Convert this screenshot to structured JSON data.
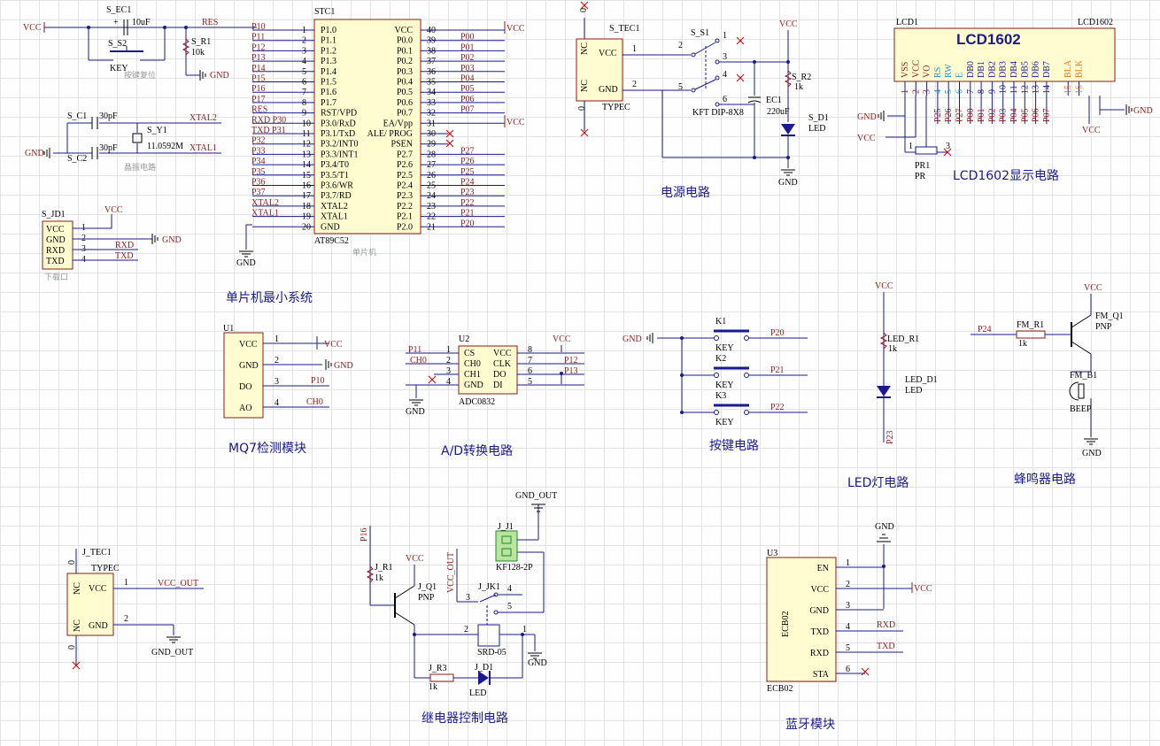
{
  "captions": {
    "mcu_system": "单片机最小系统",
    "power": "电源电路",
    "lcd": "LCD1602显示电路",
    "mq7": "MQ7检测模块",
    "adc": "A/D转换电路",
    "keys": "按键电路",
    "led": "LED灯电路",
    "buzzer": "蜂鸣器电路",
    "relay": "继电器控制电路",
    "bluetooth": "蓝牙模块",
    "reset": "按键复位",
    "crystal": "晶振电路",
    "mcu_small": "单片机",
    "download": "下载口"
  },
  "reset": {
    "cap_ref": "S_EC1",
    "cap_val": "10uF",
    "sw_ref": "S_S2",
    "sw_val": "KEY",
    "res_ref": "S_R1",
    "res_val": "10k",
    "vcc": "VCC",
    "net": "RES",
    "gnd": "GND"
  },
  "crystal": {
    "c1_ref": "S_C1",
    "c1_val": "30pF",
    "c2_ref": "S_C2",
    "c2_val": "30pF",
    "y_ref": "S_Y1",
    "y_val": "11.0592M",
    "xtal1": "XTAL1",
    "xtal2": "XTAL2",
    "gnd": "GND"
  },
  "download": {
    "ref": "S_JD1",
    "pins": [
      "VCC",
      "GND",
      "RXD",
      "TXD"
    ],
    "nums": [
      "1",
      "2",
      "3",
      "4"
    ],
    "vcc": "VCC",
    "gnd": "GND",
    "rxd": "RXD",
    "txd": "TXD"
  },
  "mcu": {
    "ref": "STC1",
    "part": "AT89C52",
    "left": [
      {
        "net": "P10",
        "label": "P1.0",
        "num": "1"
      },
      {
        "net": "P11",
        "label": "P1.1",
        "num": "2"
      },
      {
        "net": "P12",
        "label": "P1.2",
        "num": "3"
      },
      {
        "net": "P13",
        "label": "P1.3",
        "num": "4"
      },
      {
        "net": "P14",
        "label": "P1.4",
        "num": "5"
      },
      {
        "net": "P15",
        "label": "P1.5",
        "num": "6"
      },
      {
        "net": "P16",
        "label": "P1.6",
        "num": "7"
      },
      {
        "net": "P17",
        "label": "P1.7",
        "num": "8"
      },
      {
        "net": "RES",
        "label": "RST/VPD",
        "num": "9"
      },
      {
        "net": "RXD P30",
        "label": "P3.0/RxD",
        "num": "10"
      },
      {
        "net": "TXD P31",
        "label": "P3.1/TxD",
        "num": "11"
      },
      {
        "net": "P32",
        "label": "P3.2/INT0",
        "num": "12"
      },
      {
        "net": "P33",
        "label": "P3.3/INT1",
        "num": "13"
      },
      {
        "net": "P34",
        "label": "P3.4/T0",
        "num": "14"
      },
      {
        "net": "P35",
        "label": "P3.5/T1",
        "num": "15"
      },
      {
        "net": "P36",
        "label": "P3.6/WR",
        "num": "16"
      },
      {
        "net": "P37",
        "label": "P3.7/RD",
        "num": "17"
      },
      {
        "net": "XTAL2",
        "label": "XTAL2",
        "num": "18"
      },
      {
        "net": "XTAL1",
        "label": "XTAL1",
        "num": "19"
      },
      {
        "net": "",
        "label": "GND",
        "num": "20"
      }
    ],
    "right": [
      {
        "net": "VCC",
        "label": "VCC",
        "num": "40"
      },
      {
        "net": "P00",
        "label": "P0.0",
        "num": "39"
      },
      {
        "net": "P01",
        "label": "P0.1",
        "num": "38"
      },
      {
        "net": "P02",
        "label": "P0.2",
        "num": "37"
      },
      {
        "net": "P03",
        "label": "P0.3",
        "num": "36"
      },
      {
        "net": "P04",
        "label": "P0.4",
        "num": "35"
      },
      {
        "net": "P05",
        "label": "P0.5",
        "num": "34"
      },
      {
        "net": "P06",
        "label": "P0.6",
        "num": "33"
      },
      {
        "net": "P07",
        "label": "P0.7",
        "num": "32"
      },
      {
        "net": "VCC",
        "label": "EA/Vpp",
        "num": "31"
      },
      {
        "net": "",
        "label": "ALE/ PROG",
        "num": "30"
      },
      {
        "net": "",
        "label": "PSEN",
        "num": "29"
      },
      {
        "net": "P27",
        "label": "P2.7",
        "num": "28"
      },
      {
        "net": "P26",
        "label": "P2.6",
        "num": "27"
      },
      {
        "net": "P25",
        "label": "P2.5",
        "num": "26"
      },
      {
        "net": "P24",
        "label": "P2.4",
        "num": "25"
      },
      {
        "net": "P23",
        "label": "P2.3",
        "num": "24"
      },
      {
        "net": "P22",
        "label": "P2.2",
        "num": "23"
      },
      {
        "net": "P21",
        "label": "P2.1",
        "num": "22"
      },
      {
        "net": "P20",
        "label": "P2.0",
        "num": "21"
      }
    ],
    "gnd": "GND"
  },
  "power": {
    "tec_ref": "S_TEC1",
    "tec_part": "TYPEC",
    "sw_ref": "S_S1",
    "sw_part": "KFT DIP-8X8",
    "r_ref": "S_R2",
    "r_val": "1k",
    "ec_ref": "EC1",
    "ec_val": "220uF",
    "d_ref": "S_D1",
    "d_val": "LED",
    "vcc": "VCC",
    "gnd": "GND",
    "nc": "NC",
    "pin_vcc": "VCC",
    "pin_gnd": "GND",
    "one": "1",
    "two": "2",
    "zero": "0",
    "sw_nums": [
      "1",
      "2",
      "3",
      "4",
      "5",
      "6"
    ]
  },
  "lcd": {
    "ref": "LCD1",
    "ref2": "LCD1602",
    "title": "LCD1602",
    "pins": [
      {
        "name": "VSS",
        "num": "1",
        "net": "",
        "color": "red"
      },
      {
        "name": "VCC",
        "num": "2",
        "net": "",
        "color": "red"
      },
      {
        "name": "VO",
        "num": "3",
        "net": "",
        "color": "red"
      },
      {
        "name": "RS",
        "num": "4",
        "net": "P25",
        "color": "blue"
      },
      {
        "name": "RW",
        "num": "5",
        "net": "P26",
        "color": "blue"
      },
      {
        "name": "E",
        "num": "6",
        "net": "P27",
        "color": "blue"
      },
      {
        "name": "DB0",
        "num": "7",
        "net": "P00",
        "color": "dark"
      },
      {
        "name": "DB1",
        "num": "8",
        "net": "P01",
        "color": "dark"
      },
      {
        "name": "DB2",
        "num": "9",
        "net": "P02",
        "color": "dark"
      },
      {
        "name": "DB3",
        "num": "10",
        "net": "P03",
        "color": "dark"
      },
      {
        "name": "DB4",
        "num": "11",
        "net": "P04",
        "color": "dark"
      },
      {
        "name": "DB5",
        "num": "12",
        "net": "P05",
        "color": "dark"
      },
      {
        "name": "DB6",
        "num": "13",
        "net": "P06",
        "color": "dark"
      },
      {
        "name": "DB7",
        "num": "14",
        "net": "P07",
        "color": "dark"
      },
      {
        "name": "BLA",
        "num": "15",
        "net": "",
        "color": "orange"
      },
      {
        "name": "BLK",
        "num": "16",
        "net": "",
        "color": "orange"
      }
    ],
    "pr_ref": "PR1",
    "pr_val": "PR",
    "gnd": "GND",
    "vcc": "VCC",
    "pr_n1": "1",
    "pr_n3": "3"
  },
  "mq7": {
    "ref": "U1",
    "pins": [
      "VCC",
      "GND",
      "DO",
      "AO"
    ],
    "nums": [
      "1",
      "2",
      "3",
      "4"
    ],
    "vcc": "VCC",
    "gnd": "GND",
    "do_net": "P10",
    "ao_net": "CH0"
  },
  "adc": {
    "ref": "U2",
    "part": "ADC0832",
    "left": [
      "CS",
      "CH0",
      "CH1",
      "GND"
    ],
    "left_nums": [
      "1",
      "2",
      "3",
      "4"
    ],
    "right": [
      "VCC",
      "CLK",
      "DO",
      "DI"
    ],
    "right_nums": [
      "8",
      "7",
      "6",
      "5"
    ],
    "p11": "P11",
    "ch0": "CH0",
    "vcc": "VCC",
    "p12": "P12",
    "p13": "P13",
    "gnd": "GND"
  },
  "keys": {
    "gnd": "GND",
    "items": [
      {
        "ref": "K1",
        "val": "KEY",
        "net": "P20"
      },
      {
        "ref": "K2",
        "val": "KEY",
        "net": "P21"
      },
      {
        "ref": "K3",
        "val": "KEY",
        "net": "P22"
      }
    ]
  },
  "led": {
    "vcc": "VCC",
    "r_ref": "LED_R1",
    "r_val": "1k",
    "d_ref": "LED_D1",
    "d_val": "LED",
    "net": "P23"
  },
  "buzzer": {
    "vcc": "VCC",
    "net": "P24",
    "r_ref": "FM_R1",
    "r_val": "1k",
    "q_ref": "FM_Q1",
    "q_val": "PNP",
    "b_ref": "FM_B1",
    "b_val": "BEEP",
    "gnd": "GND"
  },
  "jtec": {
    "ref": "J_TEC1",
    "part": "TYPEC",
    "vcc_out": "VCC_OUT",
    "gnd_out": "GND_OUT",
    "nc": "NC",
    "pin_vcc": "VCC",
    "pin_gnd": "GND",
    "one": "1",
    "two": "2",
    "zero": "0"
  },
  "relay": {
    "p16": "P16",
    "r1_ref": "J_R1",
    "r1_val": "1k",
    "vcc": "VCC",
    "q_ref": "J_Q1",
    "q_val": "PNP",
    "vcc_out": "VCC_OUT",
    "jk_ref": "J_JK1",
    "jk_val": "SRD-05",
    "j1_ref": "J_J1",
    "j1_val": "KF128-2P",
    "gnd_out": "GND_OUT",
    "r3_ref": "J_R3",
    "r3_val": "1k",
    "d_ref": "J_D1",
    "d_val": "LED",
    "gnd": "GND",
    "nums": [
      "1",
      "2",
      "3",
      "4",
      "5"
    ]
  },
  "bluetooth": {
    "ref": "U3",
    "part": "ECB02",
    "body": "ECB02",
    "pins": [
      "EN",
      "VCC",
      "GND",
      "TXD",
      "RXD",
      "STA"
    ],
    "nums": [
      "1",
      "2",
      "3",
      "4",
      "5",
      "6"
    ],
    "gnd": "GND",
    "vcc": "VCC",
    "txd_net": "RXD",
    "rxd_net": "TXD"
  }
}
